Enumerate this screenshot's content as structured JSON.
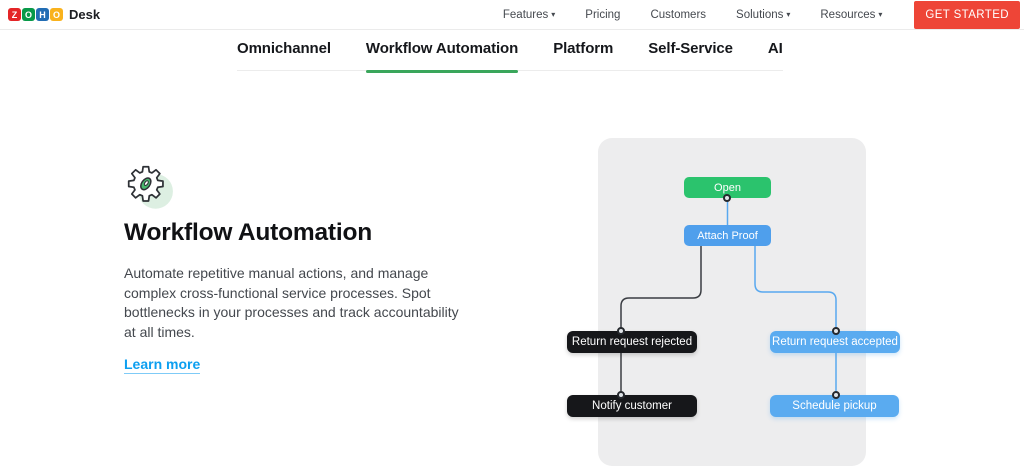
{
  "brand": {
    "logo_letters": [
      {
        "char": "Z",
        "color": "#e42527"
      },
      {
        "char": "O",
        "color": "#089949"
      },
      {
        "char": "H",
        "color": "#226db4"
      },
      {
        "char": "O",
        "color": "#f9b21d"
      }
    ],
    "product": "Desk"
  },
  "icons": {
    "caret": "▾"
  },
  "top_nav": {
    "items": [
      {
        "label": "Features",
        "has_dropdown": true
      },
      {
        "label": "Pricing",
        "has_dropdown": false
      },
      {
        "label": "Customers",
        "has_dropdown": false
      },
      {
        "label": "Solutions",
        "has_dropdown": true
      },
      {
        "label": "Resources",
        "has_dropdown": true
      }
    ],
    "cta_label": "GET STARTED",
    "cta_color": "#ee4537"
  },
  "feature_nav": {
    "items": [
      {
        "label": "Omnichannel",
        "active": false
      },
      {
        "label": "Workflow Automation",
        "active": true
      },
      {
        "label": "Platform",
        "active": false
      },
      {
        "label": "Self-Service",
        "active": false
      },
      {
        "label": "AI",
        "active": false
      }
    ],
    "active_underline_color": "#3aa65b"
  },
  "feature_section": {
    "title": "Workflow Automation",
    "description": "Automate repetitive manual actions, and manage complex cross-functional service processes. Spot bottlenecks in your processes and track accountability at all times.",
    "link_label": "Learn more",
    "link_color": "#0c9ff0"
  },
  "diagram": {
    "panel_color": "#ededee",
    "line_colors": {
      "dark": "#3a3d42",
      "blue": "#58a8ef"
    },
    "nodes": [
      {
        "id": "open",
        "label": "Open",
        "color": "#2bc36d"
      },
      {
        "id": "attach-proof",
        "label": "Attach Proof",
        "color": "#4f9fec"
      },
      {
        "id": "return-request-rejected",
        "label": "Return request rejected",
        "color": "#16171a"
      },
      {
        "id": "return-request-accepted",
        "label": "Return request accepted",
        "color": "#5aabf0"
      },
      {
        "id": "notify-customer",
        "label": "Notify customer",
        "color": "#16171a"
      },
      {
        "id": "schedule-pickup",
        "label": "Schedule pickup",
        "color": "#5aabf0"
      }
    ]
  }
}
